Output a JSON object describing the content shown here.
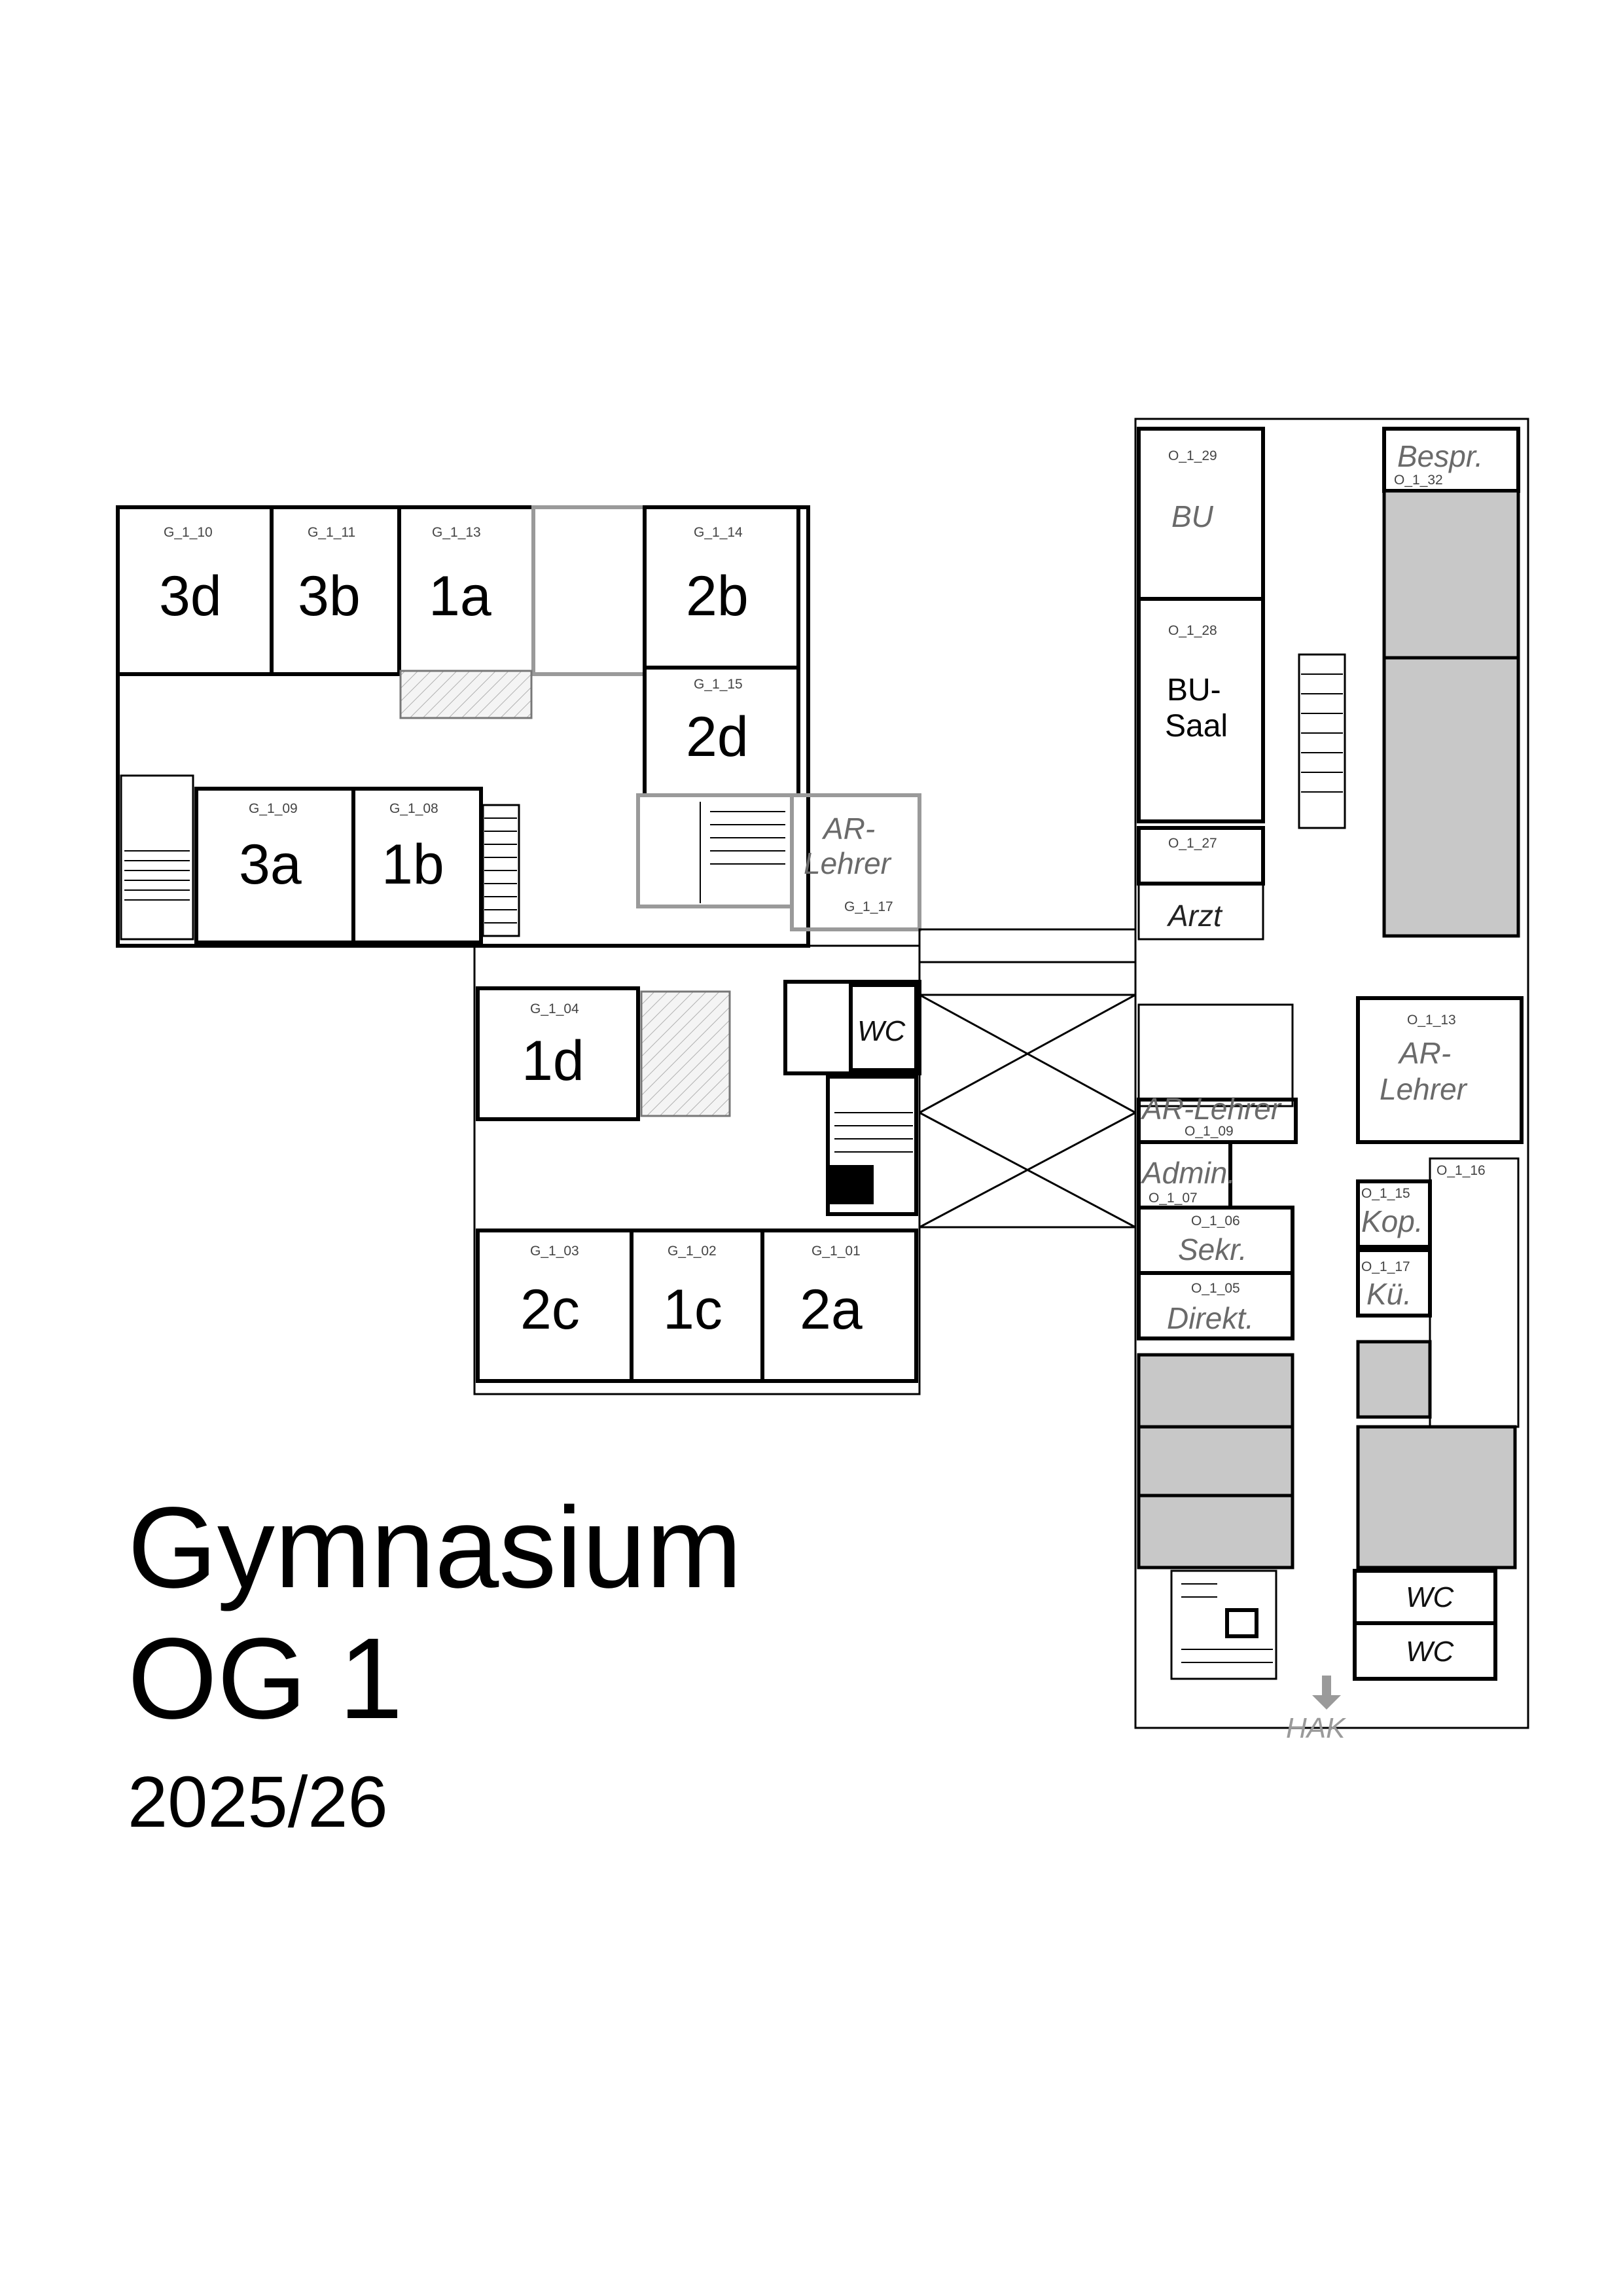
{
  "title": {
    "line1": "Gymnasium",
    "line2": "OG 1",
    "line3": "2025/26"
  },
  "rooms": {
    "g110": {
      "code": "G_1_10",
      "label": "3d"
    },
    "g111": {
      "code": "G_1_11",
      "label": "3b"
    },
    "g113": {
      "code": "G_1_13",
      "label": "1a"
    },
    "g114": {
      "code": "G_1_14",
      "label": "2b"
    },
    "g115": {
      "code": "G_1_15",
      "label": "2d"
    },
    "g109": {
      "code": "G_1_09",
      "label": "3a"
    },
    "g108": {
      "code": "G_1_08",
      "label": "1b"
    },
    "g117": {
      "code": "G_1_17",
      "label_line1": "AR-",
      "label_line2": "Lehrer"
    },
    "g104": {
      "code": "G_1_04",
      "label": "1d"
    },
    "g103": {
      "code": "G_1_03",
      "label": "2c"
    },
    "g102": {
      "code": "G_1_02",
      "label": "1c"
    },
    "g101": {
      "code": "G_1_01",
      "label": "2a"
    },
    "o129": {
      "code": "O_1_29",
      "label": "BU"
    },
    "o128": {
      "code": "O_1_28",
      "label_line1": "BU-",
      "label_line2": "Saal"
    },
    "o127": {
      "code": "O_1_27",
      "label": "Arzt"
    },
    "o132": {
      "code": "O_1_32",
      "label": "Bespr."
    },
    "o113": {
      "code": "O_1_13",
      "label_line1": "AR-",
      "label_line2": "Lehrer"
    },
    "o109": {
      "code": "O_1_09",
      "label": "AR-Lehrer"
    },
    "o107": {
      "code": "O_1_07",
      "label": "Admin."
    },
    "o106": {
      "code": "O_1_06",
      "label": "Sekr."
    },
    "o105": {
      "code": "O_1_05",
      "label": "Direkt."
    },
    "o115": {
      "code": "O_1_15",
      "label": "Kop."
    },
    "o117": {
      "code": "O_1_17",
      "label": "Kü."
    },
    "o116": {
      "code": "O_1_16"
    }
  },
  "wc": {
    "west": "WC",
    "east_upper": "WC",
    "east_lower": "WC"
  },
  "exit": {
    "label": "HAK"
  }
}
